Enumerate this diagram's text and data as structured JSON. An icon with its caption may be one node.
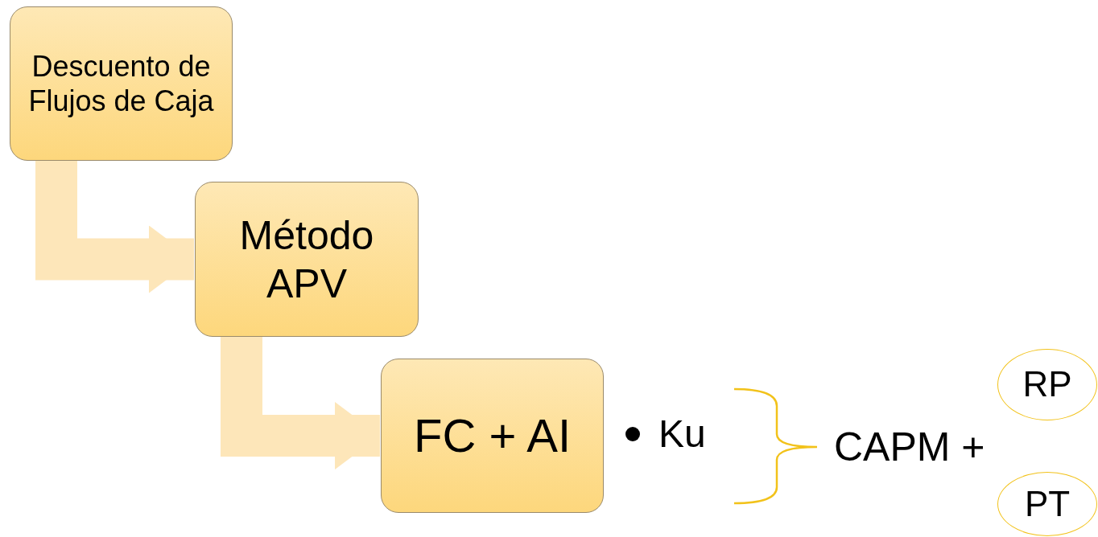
{
  "diagram": {
    "nodes": [
      {
        "text": [
          "Descuento de Flujos de Caja"
        ]
      },
      {
        "text": [
          "Método APV"
        ]
      },
      {
        "text": [
          "FC + AI"
        ]
      },
      {
        "text": [
          "RP"
        ]
      },
      {
        "text": [
          "PT"
        ]
      }
    ],
    "edges": [
      {
        "from": 0,
        "to": 1,
        "arrow": "to"
      },
      {
        "from": 1,
        "to": 2,
        "arrow": "to"
      }
    ],
    "labels": [
      "Ku",
      "CAPM +"
    ]
  }
}
